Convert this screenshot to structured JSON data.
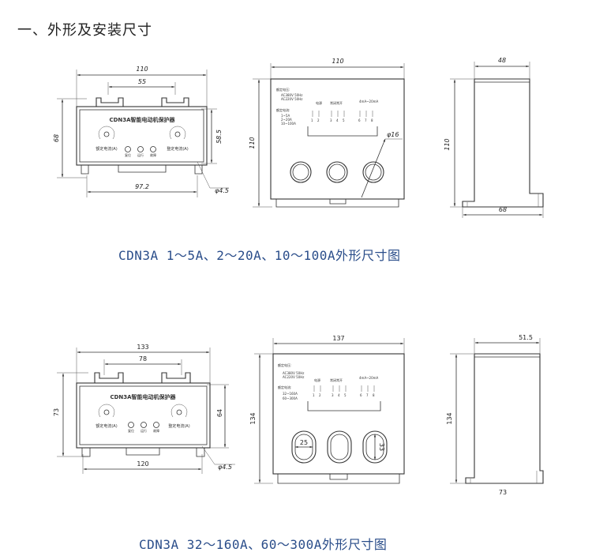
{
  "heading": "一、外形及安装尺寸",
  "captions": {
    "top": "CDN3A 1～5A、2～20A、10～100A外形尺寸图",
    "bottom": "CDN3A 32～160A、60～300A外形尺寸图"
  },
  "top_front": {
    "w_total": "110",
    "w_slot": "55",
    "h_total": "68",
    "h_inner": "58.5",
    "w_base": "97.2",
    "hole": "φ4.5",
    "title": "CDN3A智能电动机保护器",
    "knob_left": "额定电流(A)",
    "knob_right": "整定电流(A)",
    "buttons": [
      "复位",
      "运行",
      "故障"
    ]
  },
  "top_back": {
    "w_total": "110",
    "h_total": "110",
    "hole": "φ16",
    "rated_v_label": "额定电压:",
    "rated_v": [
      "AC380V 50Hz",
      "AC220V 50Hz"
    ],
    "rated_i_label": "额定电流:",
    "rated_i": [
      "1~5A",
      "2~20A",
      "10~100A"
    ],
    "terms": [
      "电源",
      "常闭常开",
      "4mA~20mA"
    ],
    "nums": [
      "1",
      "2",
      "3",
      "4",
      "5",
      "6",
      "7",
      "8"
    ]
  },
  "top_side": {
    "w_top": "48",
    "h_total": "110",
    "w_base": "68"
  },
  "bot_front": {
    "w_total": "133",
    "w_slot": "78",
    "h_total": "73",
    "h_inner": "64",
    "w_base": "120",
    "hole": "φ4.5",
    "title": "CDN3A智能电动机保护器",
    "knob_left": "额定电流(A)",
    "knob_right": "整定电流(A)",
    "buttons": [
      "复位",
      "运行",
      "故障"
    ]
  },
  "bot_back": {
    "w_total": "137",
    "h_total": "134",
    "slot_w": "25",
    "slot_h": "33",
    "rated_v_label": "额定电压:",
    "rated_v": [
      "AC380V 50Hz",
      "AC220V 50Hz"
    ],
    "rated_i_label": "额定电流:",
    "rated_i": [
      "32~160A",
      "60~300A"
    ],
    "terms": [
      "电源",
      "常闭常开",
      "4mA~20mA"
    ],
    "nums": [
      "1",
      "2",
      "3",
      "4",
      "5",
      "6",
      "7",
      "8"
    ]
  },
  "bot_side": {
    "w_top": "51.5",
    "h_total": "134",
    "w_base": "73"
  }
}
